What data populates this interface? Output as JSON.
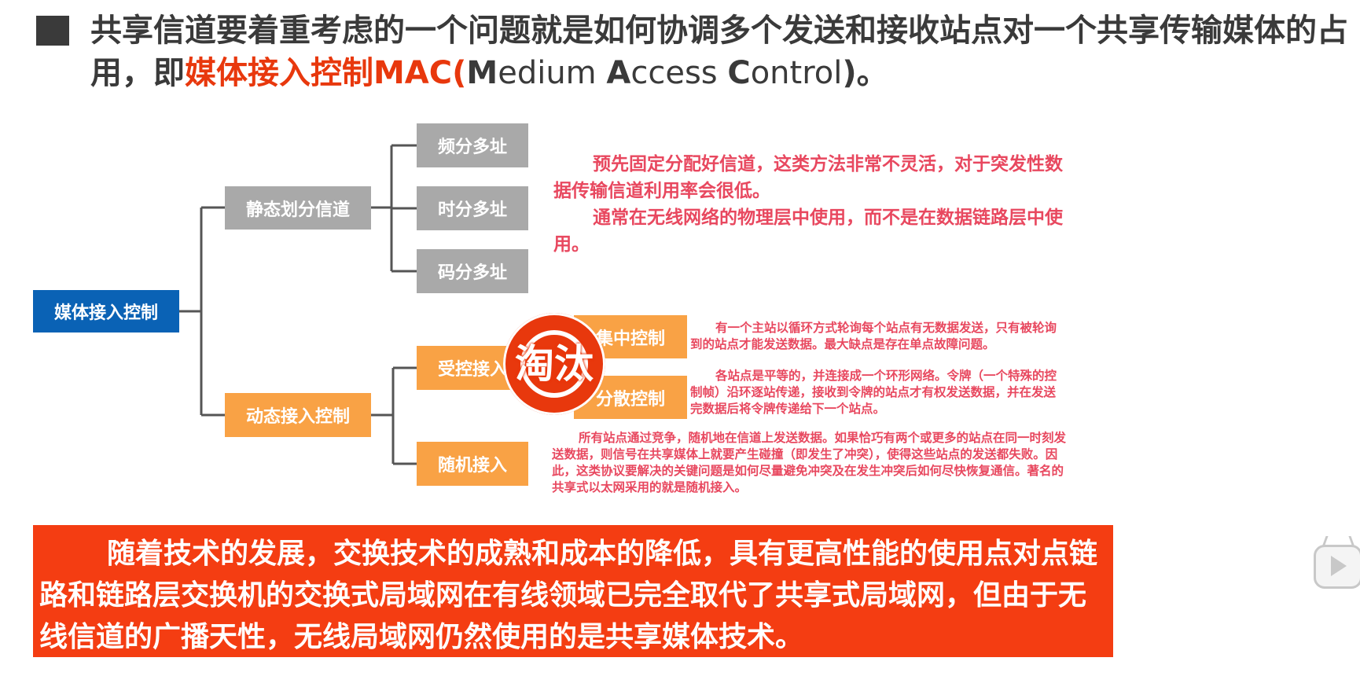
{
  "headline": {
    "part1": "共享信道要着重考虑的一个问题就是如何协调多个发送和接收站点对一个共享传输媒体的占",
    "part2": "用，即",
    "highlight": "媒体接入控制MAC",
    "open_paren": "(",
    "m": "M",
    "edium": "edium ",
    "a": "A",
    "ccess": "ccess ",
    "c": "C",
    "ontrol": "ontrol",
    "close": ")。"
  },
  "tree": {
    "root": "媒体接入控制",
    "static": "静态划分信道",
    "static_children": [
      "频分多址",
      "时分多址",
      "码分多址"
    ],
    "dynamic": "动态接入控制",
    "controlled": "受控接入",
    "controlled_children": [
      "集中控制",
      "分散控制"
    ],
    "random": "随机接入"
  },
  "notes": {
    "static_1": "预先固定分配好信道，这类方法非常不灵活，对于突发性数据传输信道利用率会很低。",
    "static_2": "通常在无线网络的物理层中使用，而不是在数据链路层中使用。",
    "central": "有一个主站以循环方式轮询每个站点有无数据发送，只有被轮询到的站点才能发送数据。最大缺点是存在单点故障问题。",
    "distributed": "各站点是平等的，并连接成一个环形网络。令牌（一个特殊的控制帧）沿环逐站传递，接收到令牌的站点才有权发送数据，并在发送完数据后将令牌传递给下一个站点。",
    "random": "所有站点通过竞争，随机地在信道上发送数据。如果恰巧有两个或更多的站点在同一时刻发送数据，则信号在共享媒体上就要产生碰撞（即发生了冲突），使得这些站点的发送都失败。因此，这类协议要解决的关键问题是如何尽量避免冲突及在发生冲突后如何尽快恢复通信。著名的共享式以太网采用的就是随机接入。"
  },
  "stamp": "淘汰",
  "banner": "随着技术的发展，交换技术的成熟和成本的降低，具有更高性能的使用点对点链路和链路层交换机的交换式局域网在有线领域已完全取代了共享式局域网，但由于无线信道的广播天性，无线局域网仍然使用的是共享媒体技术。",
  "colors": {
    "root": "#0a62b5",
    "static": "#a9a9a9",
    "dynamic": "#f9a245",
    "note": "#e8485f",
    "banner": "#f43d12",
    "highlight": "#e8380d"
  },
  "icons": [
    "play-icon"
  ]
}
